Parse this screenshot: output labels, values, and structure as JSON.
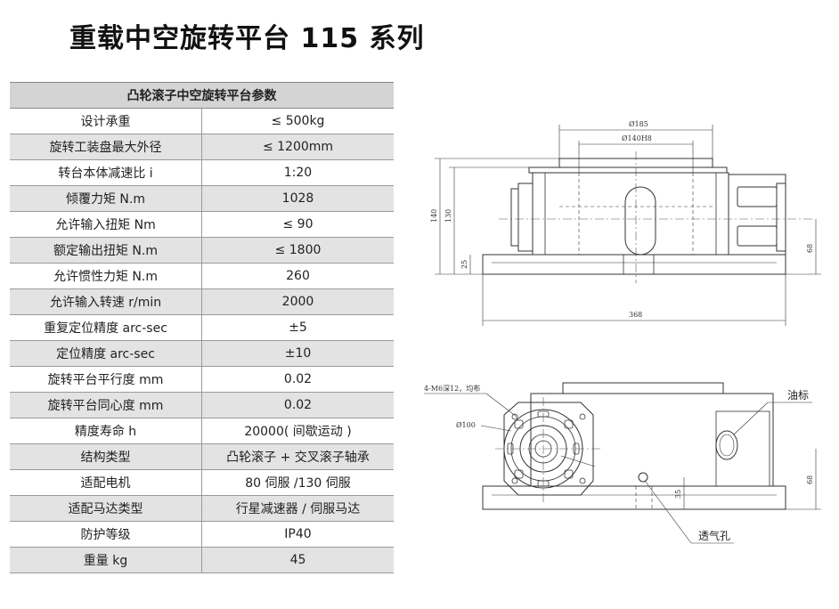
{
  "title": "重载中空旋转平台 115 系列",
  "table": {
    "header": "凸轮滚子中空旋转平台参数",
    "rows": [
      {
        "label": "设计承重",
        "value": "≤ 500kg"
      },
      {
        "label": "旋转工装盘最大外径",
        "value": "≤ 1200mm"
      },
      {
        "label": "转台本体减速比 i",
        "value": "1:20"
      },
      {
        "label": "倾覆力矩 N.m",
        "value": "1028"
      },
      {
        "label": "允许输入扭矩 Nm",
        "value": "≤ 90"
      },
      {
        "label": "额定输出扭矩 N.m",
        "value": "≤ 1800"
      },
      {
        "label": "允许惯性力矩 N.m",
        "value": "260"
      },
      {
        "label": "允许输入转速 r/min",
        "value": "2000"
      },
      {
        "label": "重复定位精度 arc-sec",
        "value": "±5"
      },
      {
        "label": "定位精度 arc-sec",
        "value": "±10"
      },
      {
        "label": "旋转平台平行度 mm",
        "value": "0.02"
      },
      {
        "label": "旋转平台同心度 mm",
        "value": "0.02"
      },
      {
        "label": "精度寿命 h",
        "value": "20000( 间歇运动 )"
      },
      {
        "label": "结构类型",
        "value": "凸轮滚子 + 交叉滚子轴承"
      },
      {
        "label": "适配电机",
        "value": "80 伺服 /130 伺服"
      },
      {
        "label": "适配马达类型",
        "value": "行星减速器 / 伺服马达"
      },
      {
        "label": "防护等级",
        "value": "IP40"
      },
      {
        "label": "重量 kg",
        "value": "45"
      }
    ]
  },
  "drawing_front": {
    "dims": {
      "top_outer": "Ø185",
      "top_inner": "Ø140H8",
      "height_total": "140",
      "height_body": "130",
      "height_base": "25",
      "right_height": "68",
      "length": "368"
    }
  },
  "drawing_top": {
    "hole_note": "4-M6深12，均布",
    "bore": "Ø100",
    "oil_mark": "油标",
    "vent_hole": "透气孔",
    "dim_35": "35",
    "dim_68": "68"
  }
}
